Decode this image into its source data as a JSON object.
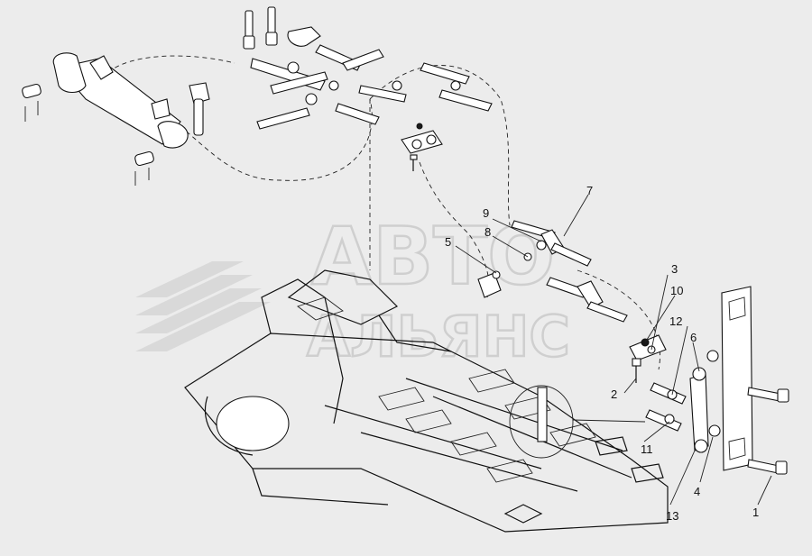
{
  "watermark": {
    "line1": "АВТО",
    "line2": "АЛЬЯНС"
  },
  "callouts": [
    {
      "id": "c1",
      "label": "1"
    },
    {
      "id": "c2",
      "label": "2"
    },
    {
      "id": "c3",
      "label": "3"
    },
    {
      "id": "c4",
      "label": "4"
    },
    {
      "id": "c5",
      "label": "5"
    },
    {
      "id": "c6",
      "label": "6"
    },
    {
      "id": "c7",
      "label": "7"
    },
    {
      "id": "c8",
      "label": "8"
    },
    {
      "id": "c9",
      "label": "9"
    },
    {
      "id": "c10",
      "label": "10"
    },
    {
      "id": "c11",
      "label": "11"
    },
    {
      "id": "c12",
      "label": "12"
    },
    {
      "id": "c13",
      "label": "13"
    }
  ]
}
